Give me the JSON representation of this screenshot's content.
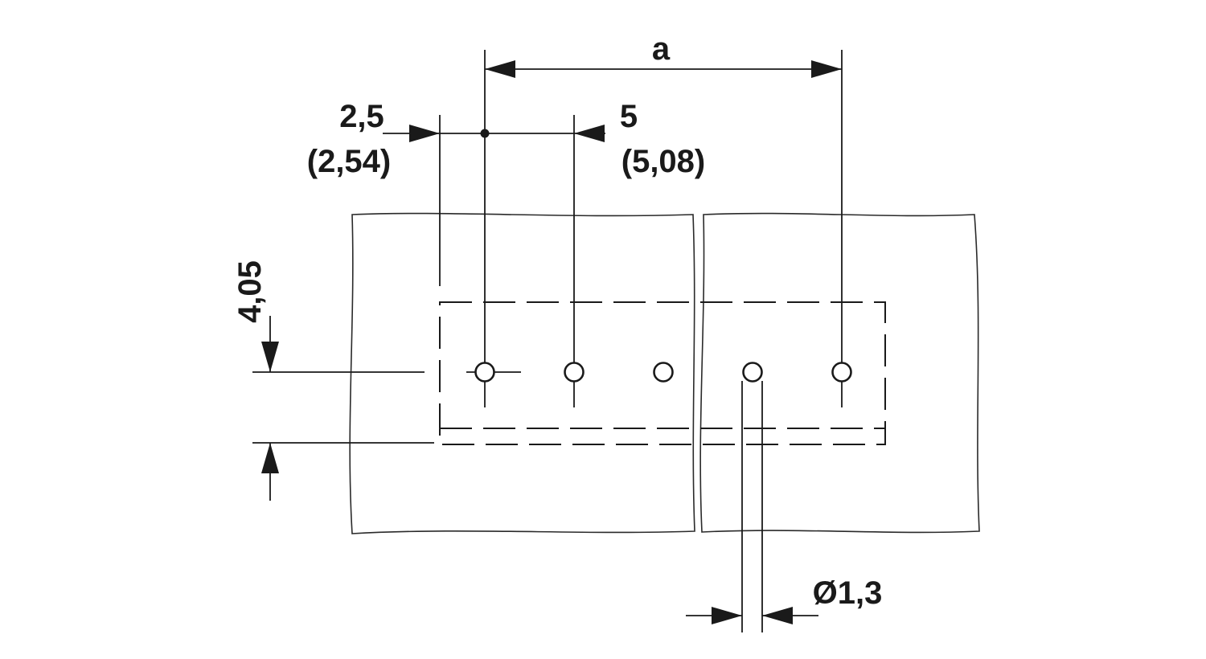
{
  "dimensions": {
    "span_a": "a",
    "offset_mm": "2,5",
    "offset_inch_equiv": "(2,54)",
    "pitch_mm": "5",
    "pitch_inch_equiv": "(5,08)",
    "row_offset": "4,05",
    "hole_diameter": "Ø1,3"
  },
  "holes": {
    "count": 5
  }
}
